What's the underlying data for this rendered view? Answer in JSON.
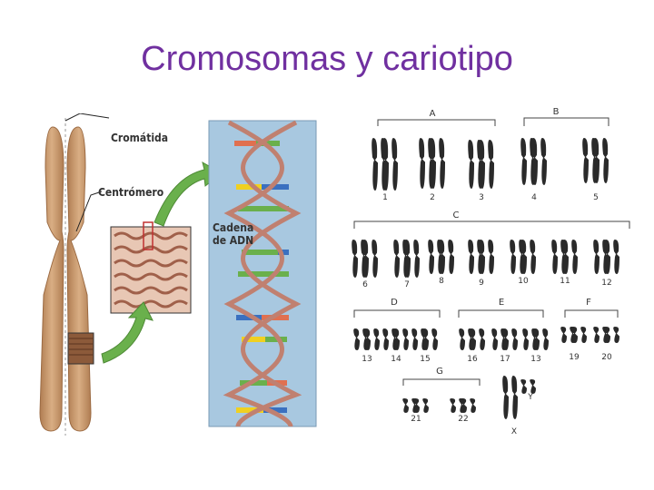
{
  "slide": {
    "title": "Cromosomas y cariotipo"
  },
  "diagram": {
    "labels": {
      "chromatid": "Cromátida",
      "centromere": "Centrómero",
      "dna_chain_line1": "Cadena",
      "dna_chain_line2": "de ADN"
    }
  },
  "karyotype": {
    "groups": [
      "A",
      "B",
      "C",
      "D",
      "E",
      "F",
      "G"
    ],
    "pairs": [
      "1",
      "2",
      "3",
      "4",
      "5",
      "6",
      "7",
      "8",
      "9",
      "10",
      "11",
      "12",
      "13",
      "14",
      "15",
      "16",
      "17",
      "13",
      "19",
      "20",
      "21",
      "22"
    ],
    "sex_chromosomes": [
      "X",
      "Y"
    ]
  },
  "colors": {
    "title": "#7030a0",
    "chromosome": "#c89a6e",
    "dna_panel": "#a8c8e0",
    "arrow": "#6ab04c",
    "dna_strand": "#c08070"
  }
}
